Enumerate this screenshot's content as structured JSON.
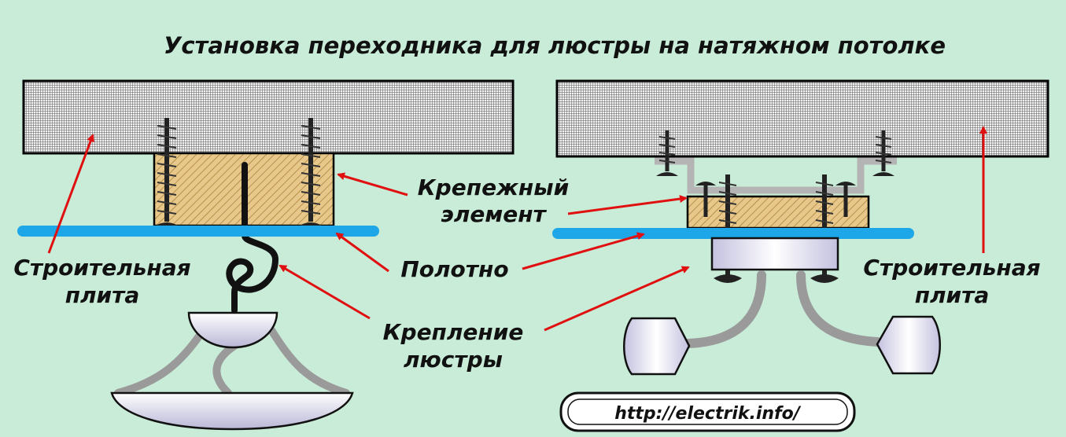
{
  "title": "Установка переходника для люстры на натяжном потолке",
  "labels": {
    "fastener_line1": "Крепежный",
    "fastener_line2": "элемент",
    "canvas": "Полотно",
    "mount_line1": "Крепление",
    "mount_line2": "люстры",
    "slab_left_line1": "Строительная",
    "slab_left_line2": "плита",
    "slab_right_line1": "Строительная",
    "slab_right_line2": "плита"
  },
  "watermark": "http://electrik.info/",
  "colors": {
    "background": "#c8ecd8",
    "slab": "#bdbdbd",
    "wood": "#e8c88a",
    "canvas": "#1ea7e8",
    "arrow": "#e01010",
    "cable": "#9a9a9a",
    "metal": "#d8d6ee"
  }
}
